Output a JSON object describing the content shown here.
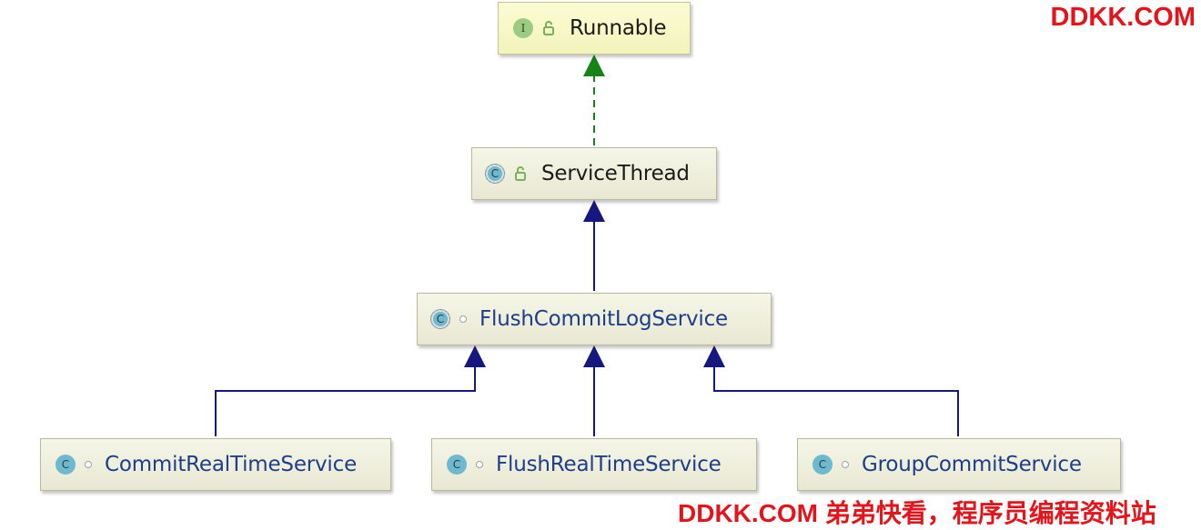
{
  "watermark": {
    "top": "DDKK.COM",
    "bottom": "DDKK.COM 弟弟快看，程序员编程资料站"
  },
  "colors": {
    "realization_arrow": "#178317",
    "inheritance_arrow": "#15187f",
    "watermark": "#e5141b"
  },
  "nodes": {
    "runnable": {
      "badge": "I",
      "label": "Runnable",
      "badge_icon": "interface-icon",
      "visibility_icon": "public-lock-icon"
    },
    "service_thread": {
      "badge": "C",
      "label": "ServiceThread",
      "badge_icon": "abstract-class-icon",
      "visibility_icon": "public-lock-icon"
    },
    "flush_commit_log_service": {
      "badge": "C",
      "label": "FlushCommitLogService",
      "badge_icon": "abstract-class-icon",
      "visibility_icon": "package-private-dot-icon"
    },
    "commit_real_time_service": {
      "badge": "C",
      "label": "CommitRealTimeService",
      "badge_icon": "class-icon",
      "visibility_icon": "package-private-dot-icon"
    },
    "flush_real_time_service": {
      "badge": "C",
      "label": "FlushRealTimeService",
      "badge_icon": "class-icon",
      "visibility_icon": "package-private-dot-icon"
    },
    "group_commit_service": {
      "badge": "C",
      "label": "GroupCommitService",
      "badge_icon": "class-icon",
      "visibility_icon": "package-private-dot-icon"
    }
  }
}
